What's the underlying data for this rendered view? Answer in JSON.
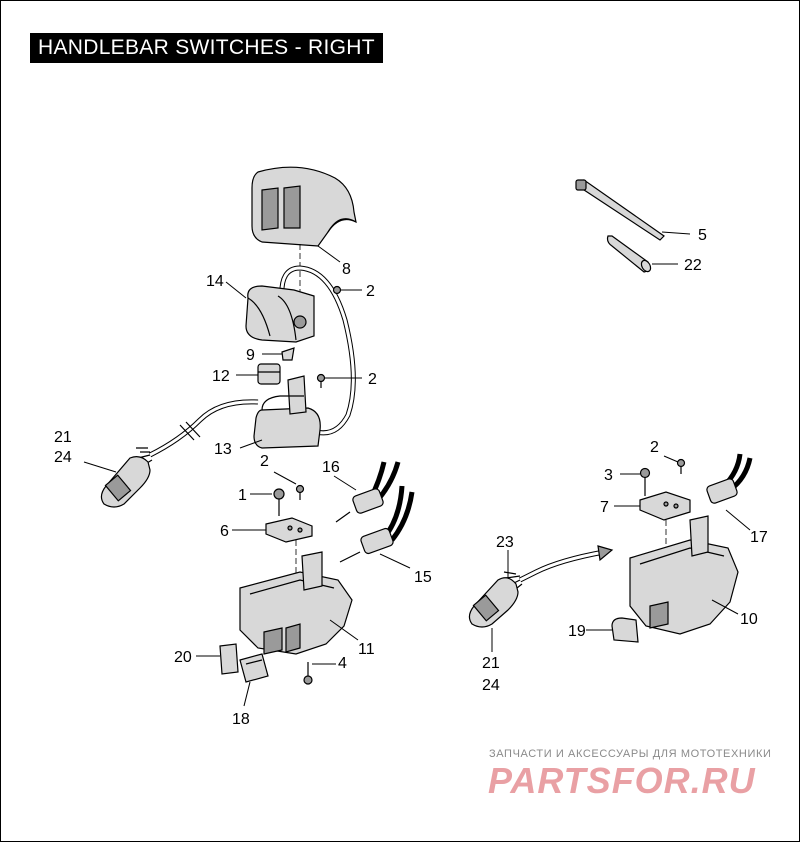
{
  "title": "HANDLEBAR SWITCHES - RIGHT",
  "callouts": [
    {
      "id": "c8",
      "text": "8"
    },
    {
      "id": "c2a",
      "text": "2"
    },
    {
      "id": "c14",
      "text": "14"
    },
    {
      "id": "c9",
      "text": "9"
    },
    {
      "id": "c12",
      "text": "12"
    },
    {
      "id": "c2b",
      "text": "2"
    },
    {
      "id": "c21a",
      "text": "21"
    },
    {
      "id": "c24a",
      "text": "24"
    },
    {
      "id": "c13",
      "text": "13"
    },
    {
      "id": "c2c",
      "text": "2"
    },
    {
      "id": "c16",
      "text": "16"
    },
    {
      "id": "c1",
      "text": "1"
    },
    {
      "id": "c6",
      "text": "6"
    },
    {
      "id": "c15",
      "text": "15"
    },
    {
      "id": "c11",
      "text": "11"
    },
    {
      "id": "c20",
      "text": "20"
    },
    {
      "id": "c4",
      "text": "4"
    },
    {
      "id": "c18",
      "text": "18"
    },
    {
      "id": "c5",
      "text": "5"
    },
    {
      "id": "c22",
      "text": "22"
    },
    {
      "id": "c2d",
      "text": "2"
    },
    {
      "id": "c3",
      "text": "3"
    },
    {
      "id": "c7",
      "text": "7"
    },
    {
      "id": "c17",
      "text": "17"
    },
    {
      "id": "c23",
      "text": "23"
    },
    {
      "id": "c10",
      "text": "10"
    },
    {
      "id": "c19",
      "text": "19"
    },
    {
      "id": "c21b",
      "text": "21"
    },
    {
      "id": "c24b",
      "text": "24"
    }
  ],
  "watermark": {
    "tagline": "ЗАПЧАСТИ И АКСЕССУАРЫ ДЛЯ МОТОТЕХНИКИ",
    "logo": "PARTSFOR.RU",
    "color": "#e9a0a4"
  }
}
